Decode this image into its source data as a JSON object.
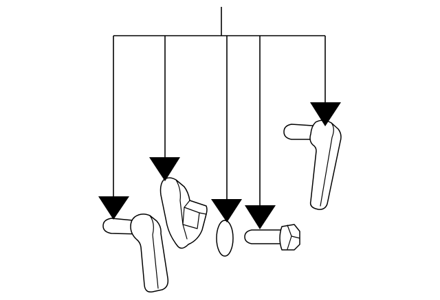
{
  "diagram": {
    "kind": "exploded parts callout",
    "parts": [
      {
        "id": "handle-left",
        "icon": "door-handle-icon"
      },
      {
        "id": "bracket",
        "icon": "bracket-icon"
      },
      {
        "id": "washer",
        "icon": "oval-washer-icon"
      },
      {
        "id": "bolt",
        "icon": "hex-bolt-icon"
      },
      {
        "id": "handle-right",
        "icon": "door-handle-icon"
      }
    ],
    "colors": {
      "ink": "#000000",
      "background": "#ffffff"
    }
  }
}
